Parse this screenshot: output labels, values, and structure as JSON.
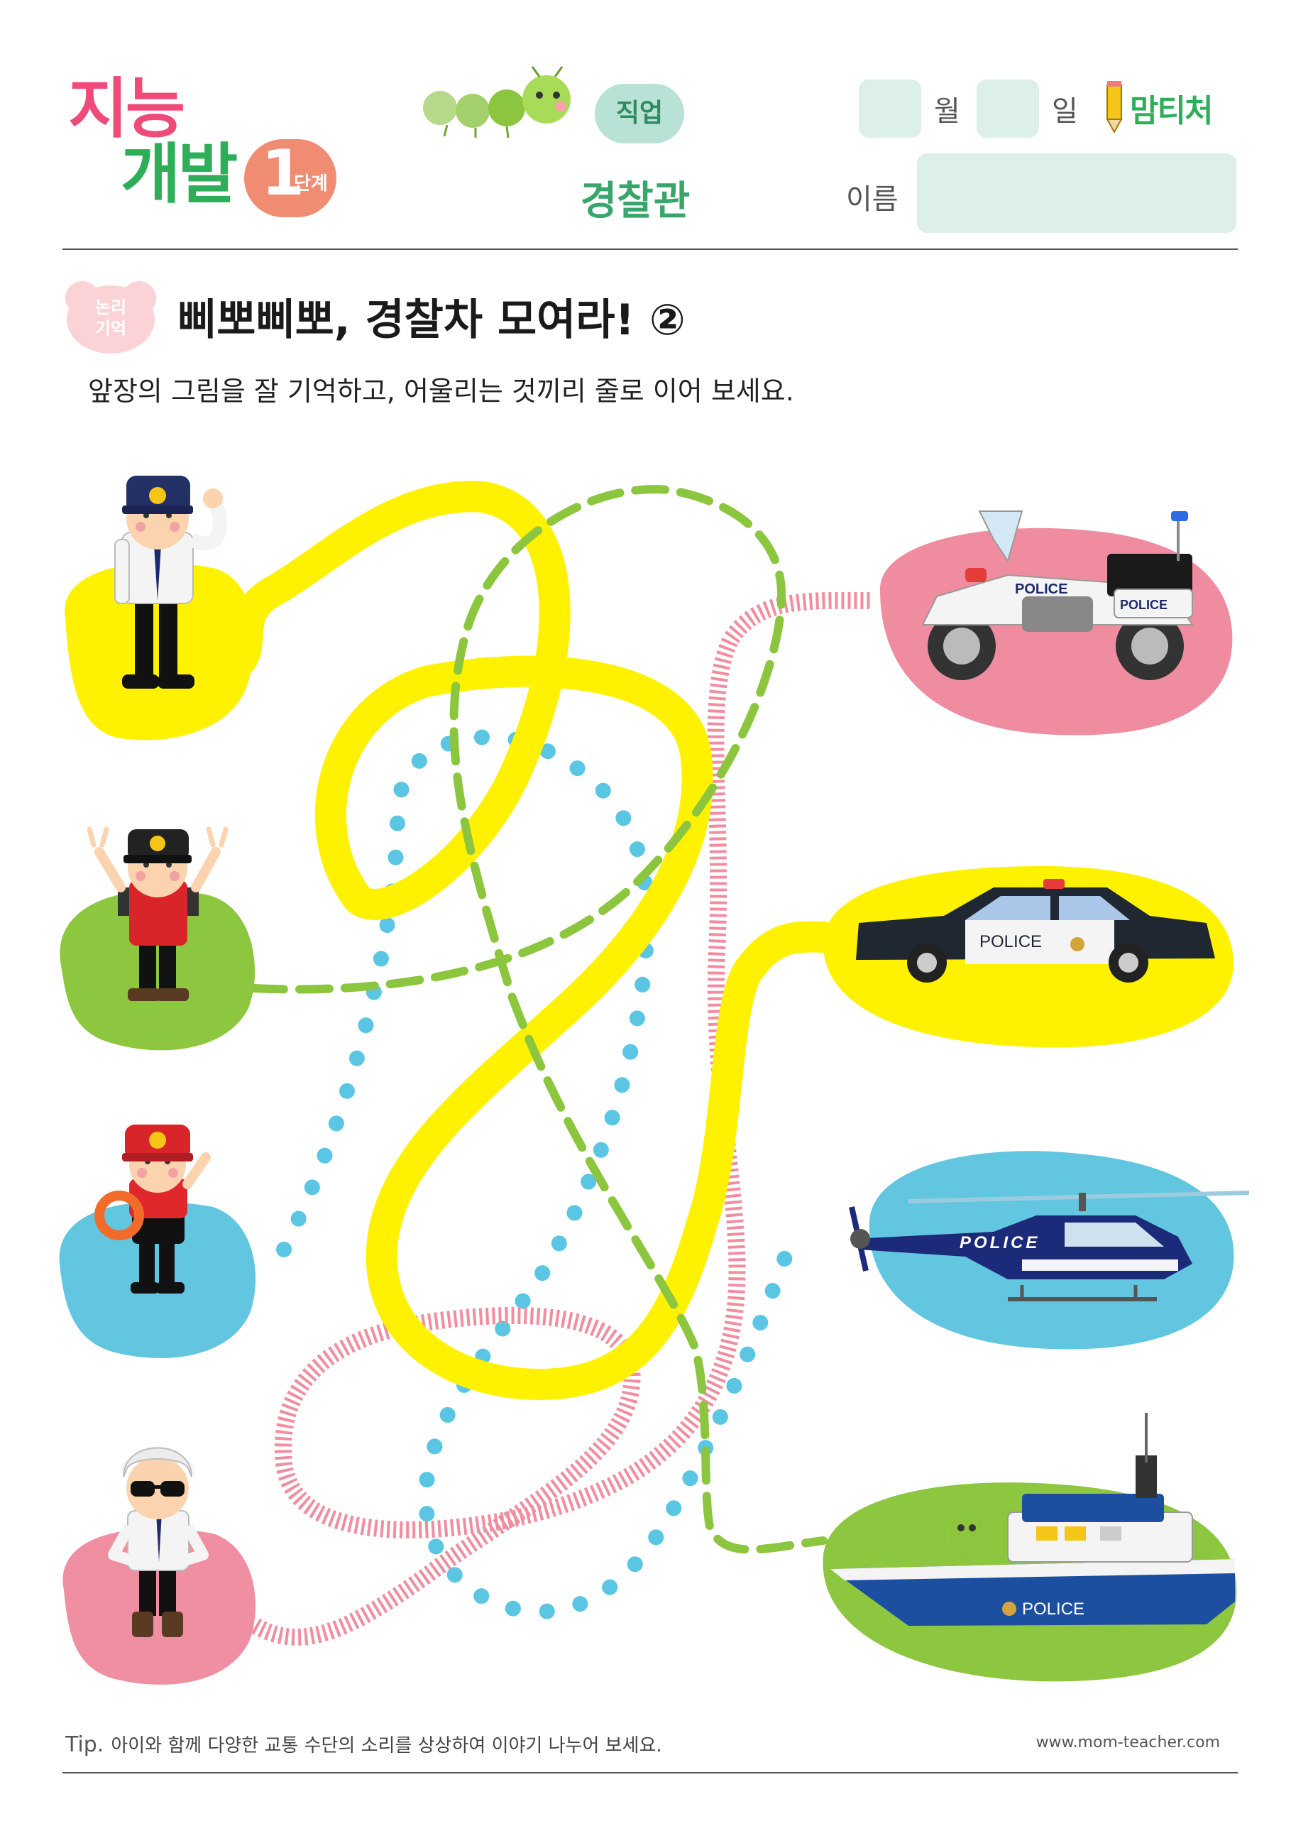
{
  "logo": {
    "title_line1": "지능",
    "title_line2": "개발",
    "level_number": "1",
    "level_unit": "단계"
  },
  "category": {
    "label": "직업",
    "topic": "경찰관"
  },
  "date_fields": {
    "month_label": "월",
    "day_label": "일"
  },
  "name_field": {
    "label": "이름"
  },
  "brand": {
    "name": "맘티처"
  },
  "activity": {
    "badge_line1": "논리",
    "badge_line2": "기억",
    "title": "삐뽀삐뽀, 경찰차 모여라! ②",
    "instruction": "앞장의 그림을 잘 기억하고, 어울리는 것끼리 줄로 이어 보세요."
  },
  "vehicles": {
    "motorcycle_label": "POLICE",
    "motorcycle_box_label": "POLICE",
    "car_label": "POLICE",
    "helicopter_label": "POLICE",
    "boat_label": "POLICE"
  },
  "footer": {
    "tip_prefix": "Tip.",
    "tip_text": "아이와 함께 다양한 교통 수단의 소리를 상상하여 이야기 나누어 보세요.",
    "url": "www.mom-teacher.com"
  },
  "colors": {
    "yellow_path": "#fff200",
    "green_path": "#8cc63f",
    "pink_path": "#f08ea0",
    "blue_path": "#5bc6e3",
    "accent_green": "#38a56b",
    "logo_pink": "#ee4a7a",
    "logo_orange": "#f08c72"
  }
}
